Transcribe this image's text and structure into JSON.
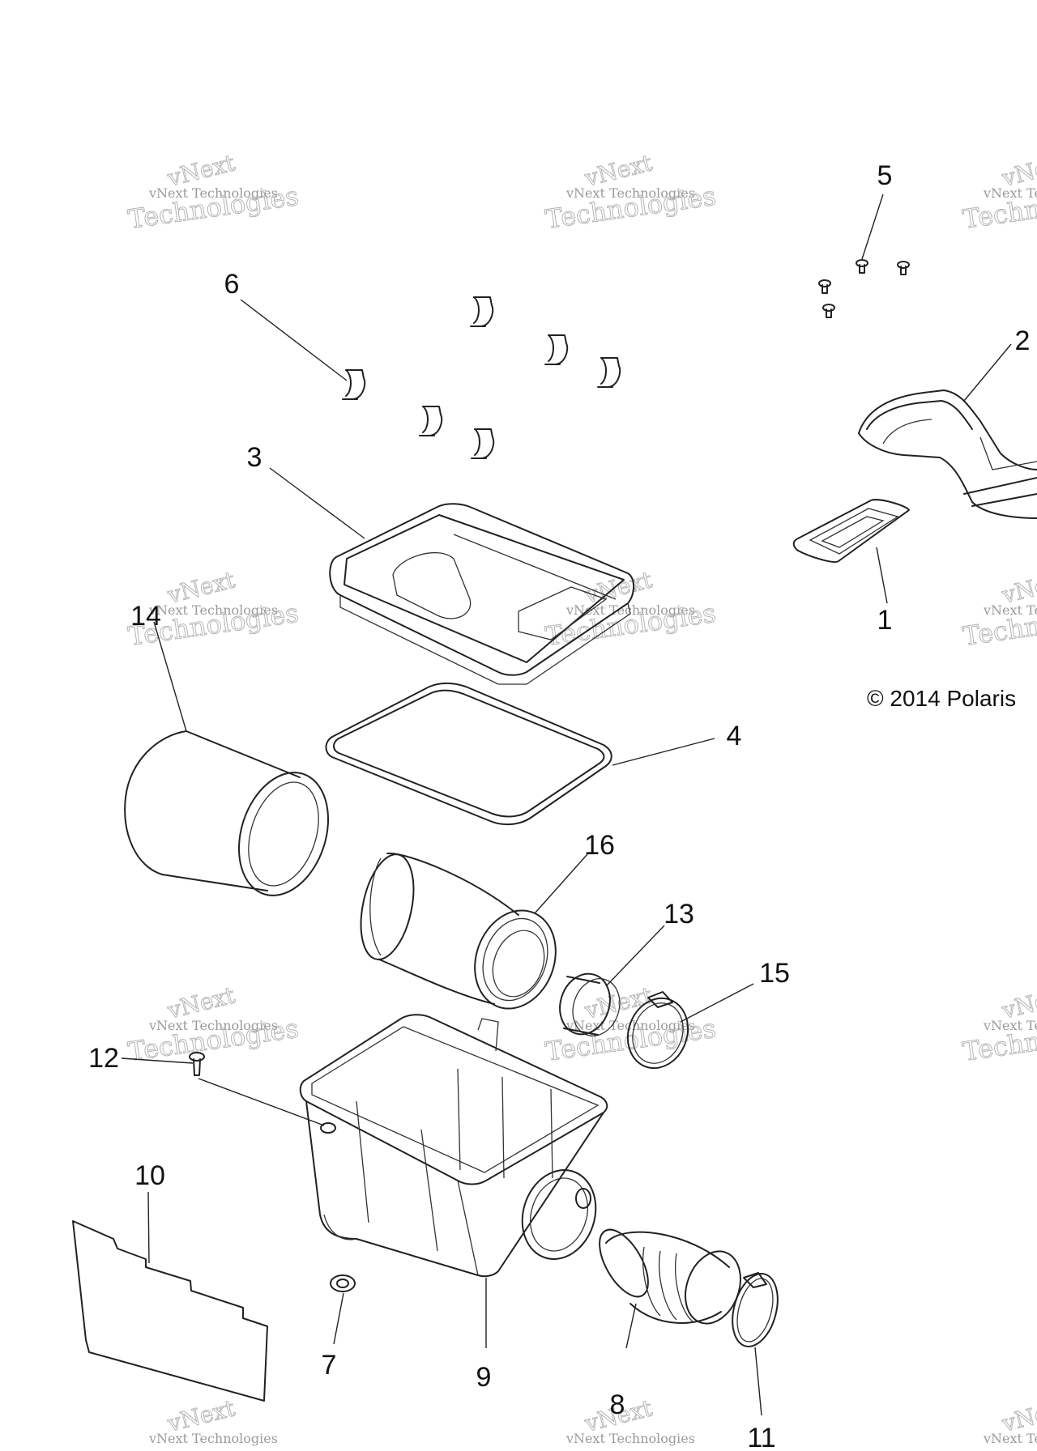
{
  "copyright": "© 2014 Polaris",
  "watermark": {
    "line1": "vNext",
    "line2": "vNext Technologies",
    "line3": "Technologies",
    "color": "#b5b5b5"
  },
  "callouts": [
    "1",
    "2",
    "3",
    "4",
    "5",
    "6",
    "7",
    "8",
    "9",
    "10",
    "11",
    "12",
    "13",
    "14",
    "15",
    "16"
  ]
}
